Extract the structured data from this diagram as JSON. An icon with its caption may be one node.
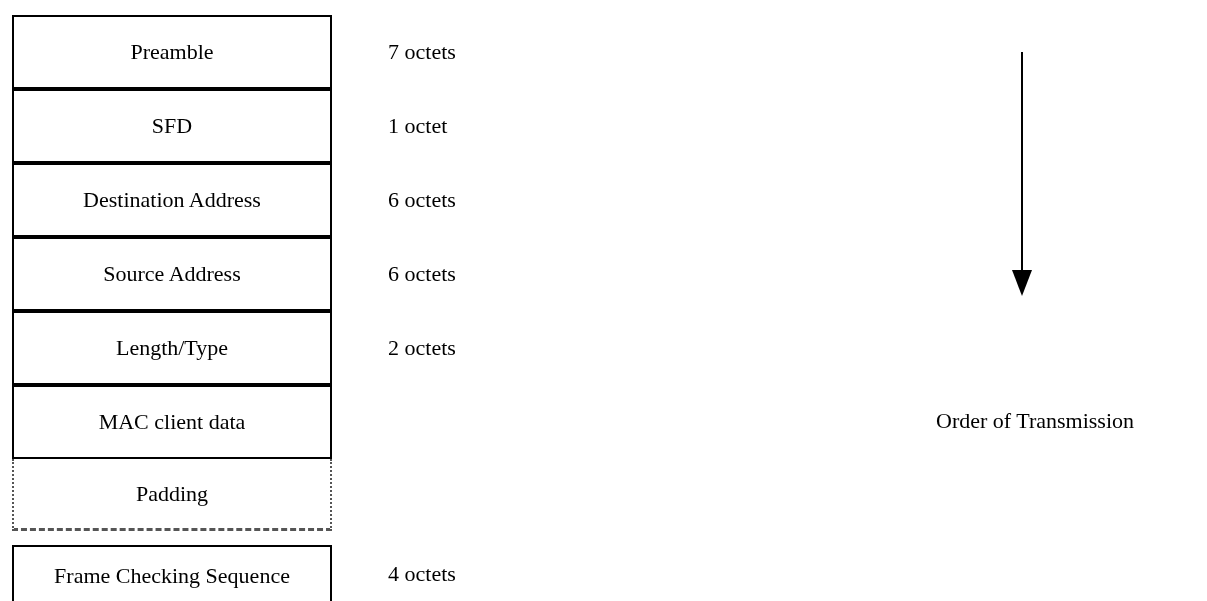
{
  "diagram": {
    "nodes": [
      {
        "text": [
          "Preamble"
        ],
        "beside": [
          "7 octets"
        ]
      },
      {
        "text": [
          "SFD"
        ],
        "beside": [
          "1 octet"
        ]
      },
      {
        "text": [
          "Destination Address"
        ],
        "beside": [
          "6 octets"
        ]
      },
      {
        "text": [
          "Source Address"
        ],
        "beside": [
          "6 octets"
        ]
      },
      {
        "text": [
          "Length/Type"
        ],
        "beside": [
          "2 octets"
        ]
      },
      {
        "text": [
          "MAC client data"
        ]
      },
      {
        "text": [
          "Padding"
        ]
      },
      {
        "text": [
          "Frame Checking Sequence"
        ],
        "beside": [
          "4 octets"
        ]
      }
    ],
    "labels": [
      "Order of Transmission"
    ]
  }
}
